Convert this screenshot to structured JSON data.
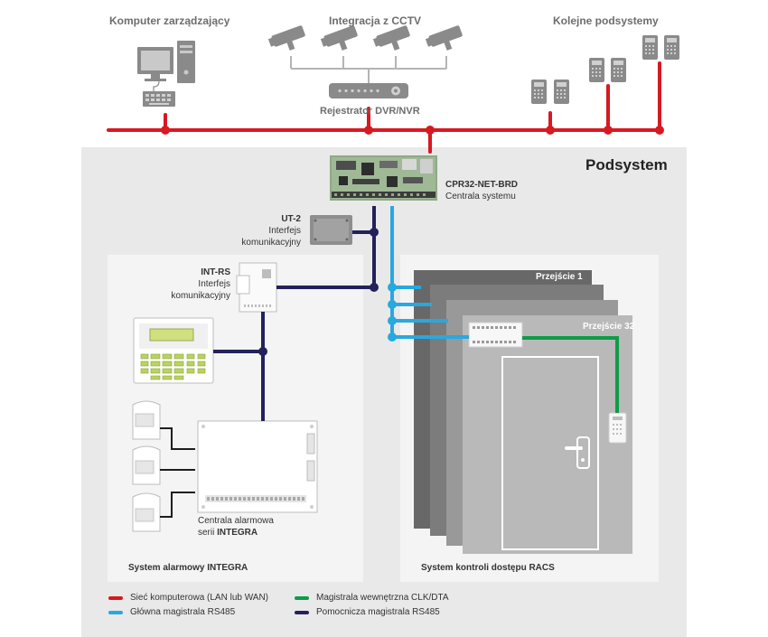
{
  "header": {
    "managing_computer": "Komputer zarządzający",
    "cctv_integration": "Integracja z CCTV",
    "other_subsystems": "Kolejne podsystemy",
    "dvr_label": "Rejestrator DVR/NVR"
  },
  "subsystem": {
    "title": "Podsystem",
    "controller_name": "CPR32-NET-BRD",
    "controller_desc": "Centrala systemu",
    "ut2_name": "UT-2",
    "ut2_desc1": "Interfejs",
    "ut2_desc2": "komunikacyjny",
    "intrs_name": "INT-RS",
    "intrs_desc1": "Interfejs",
    "intrs_desc2": "komunikacyjny",
    "panel_line1": "Centrala alarmowa",
    "panel_line2_prefix": "serii ",
    "panel_line2_bold": "INTEGRA",
    "alarm_system": "System alarmowy INTEGRA",
    "access_system": "System kontroli dostępu RACS",
    "door_first": "Przejście 1",
    "door_last": "Przejście 32"
  },
  "legend": {
    "network": "Sieć komputerowa (LAN lub WAN)",
    "main_bus": "Główna magistrala RS485",
    "internal_bus": "Magistrala wewnętrzna CLK/DTA",
    "aux_bus": "Pomocnicza magistrala RS485"
  },
  "colors": {
    "network": "#d71920",
    "main_bus": "#29a8e0",
    "internal_bus": "#0f9b48",
    "aux_bus": "#23215c"
  }
}
